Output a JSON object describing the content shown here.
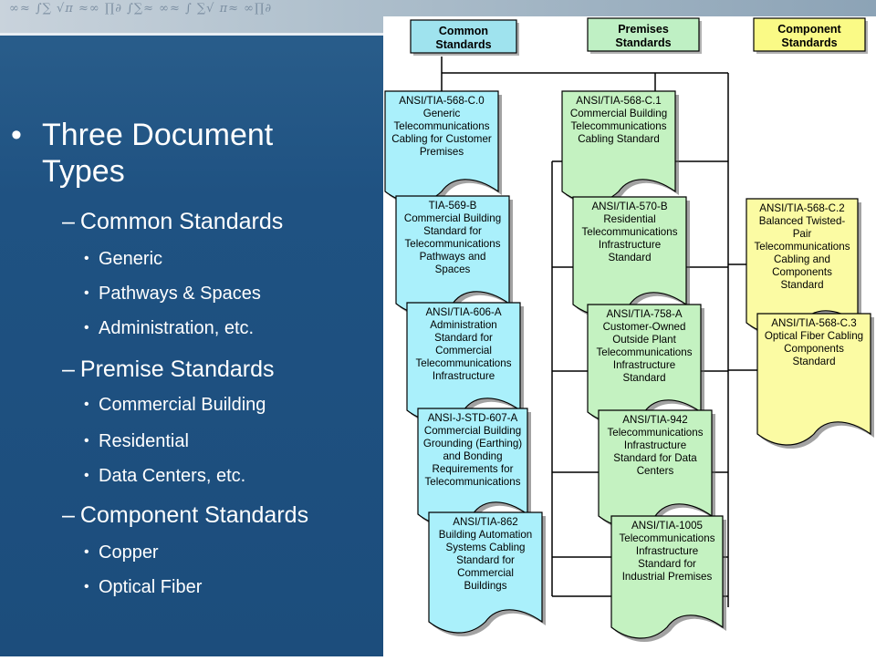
{
  "slide": {
    "main_bullet": "Three Document Types",
    "sections": [
      {
        "label": "Common Standards",
        "items": [
          "Generic",
          "Pathways & Spaces",
          "Administration, etc."
        ]
      },
      {
        "label": "Premise Standards",
        "items": [
          "Commercial Building",
          "Residential",
          "Data Centers, etc."
        ]
      },
      {
        "label": "Component Standards",
        "items": [
          "Copper",
          "Optical Fiber"
        ]
      }
    ]
  },
  "diagram": {
    "headers": [
      {
        "lines": [
          "Common",
          "Standards"
        ],
        "color": "#9fe3ee"
      },
      {
        "lines": [
          "Premises",
          "Standards"
        ],
        "color": "#bff0c4"
      },
      {
        "lines": [
          "Component",
          "Standards"
        ],
        "color": "#fafa86"
      }
    ],
    "common": [
      {
        "lines": [
          "ANSI/TIA-568-C.0",
          "Generic",
          "Telecommunications",
          "Cabling for Customer",
          "Premises"
        ]
      },
      {
        "lines": [
          "TIA-569-B",
          "Commercial Building",
          "Standard for",
          "Telecommunications",
          "Pathways and",
          "Spaces"
        ]
      },
      {
        "lines": [
          "ANSI/TIA-606-A",
          "Administration",
          "Standard for",
          "Commercial",
          "Telecommunications",
          "Infrastructure"
        ]
      },
      {
        "lines": [
          "ANSI-J-STD-607-A",
          "Commercial Building",
          "Grounding (Earthing)",
          "and Bonding",
          "Requirements for",
          "Telecommunications"
        ]
      },
      {
        "lines": [
          "ANSI/TIA-862",
          "Building Automation",
          "Systems Cabling",
          "Standard for",
          "Commercial",
          "Buildings"
        ]
      }
    ],
    "premises": [
      {
        "lines": [
          "ANSI/TIA-568-C.1",
          "Commercial Building",
          "Telecommunications",
          "Cabling Standard"
        ]
      },
      {
        "lines": [
          "ANSI/TIA-570-B",
          "Residential",
          "Telecommunications",
          "Infrastructure",
          "Standard"
        ]
      },
      {
        "lines": [
          "ANSI/TIA-758-A",
          "Customer-Owned",
          "Outside Plant",
          "Telecommunications",
          "Infrastructure",
          "Standard"
        ]
      },
      {
        "lines": [
          "ANSI/TIA-942",
          "Telecommunications",
          "Infrastructure",
          "Standard for Data",
          "Centers"
        ]
      },
      {
        "lines": [
          "ANSI/TIA-1005",
          "Telecommunications",
          "Infrastructure",
          "Standard for",
          "Industrial Premises"
        ]
      }
    ],
    "component": [
      {
        "lines": [
          "ANSI/TIA-568-C.2",
          "Balanced Twisted-",
          "Pair",
          "Telecommunications",
          "Cabling and",
          "Components",
          "Standard"
        ]
      },
      {
        "lines": [
          "ANSI/TIA-568-C.3",
          "Optical Fiber Cabling",
          "Components",
          "Standard"
        ]
      }
    ],
    "colors": {
      "common": "#aaf0fb",
      "premises": "#c4f2c1",
      "component": "#fbfba3"
    }
  }
}
